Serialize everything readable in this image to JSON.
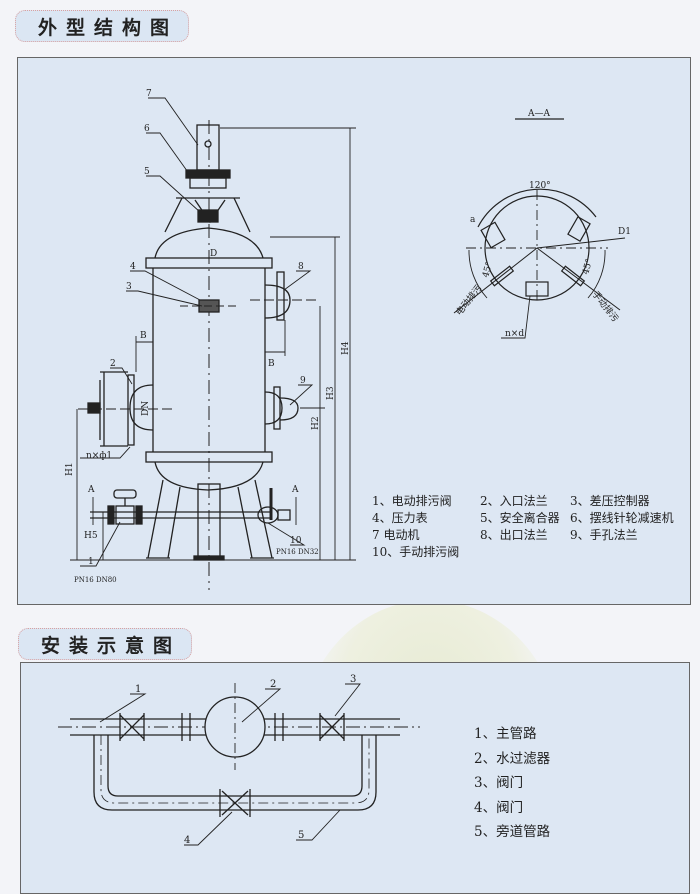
{
  "sections": {
    "structure_title": "外型结构图",
    "install_title": "安装示意图"
  },
  "structure": {
    "section_label": "A—A",
    "angle_120": "120°",
    "angle_45": "45°",
    "d1": "D1",
    "electric_drain": "电动排污",
    "manual_drain": "手动排污",
    "a": "a",
    "nxd": "n×d",
    "dims": {
      "H1": "H1",
      "H2": "H2",
      "H3": "H3",
      "H4": "H4",
      "H5": "H5",
      "B": "B",
      "D": "D",
      "DN": "DN",
      "nphi1": "n×ф1",
      "A": "A"
    },
    "callouts": [
      "1",
      "2",
      "3",
      "4",
      "5",
      "6",
      "7",
      "8",
      "9",
      "10"
    ],
    "spec_inlet": "PN16 DN80",
    "spec_drain": "PN16 DN32",
    "legend": [
      [
        "1、电动排污阀",
        "2、入口法兰",
        "3、差压控制器"
      ],
      [
        "4、压力表",
        "5、安全离合器",
        "6、摆线针轮减速机"
      ],
      [
        "7  电动机",
        "8、出口法兰",
        "9、手孔法兰"
      ],
      [
        "10、手动排污阀"
      ]
    ]
  },
  "install": {
    "callouts": [
      "1",
      "2",
      "3",
      "4",
      "5"
    ],
    "legend": [
      "1、主管路",
      "2、水过滤器",
      "3、阀门",
      "4、阀门",
      "5、旁道管路"
    ]
  },
  "colors": {
    "panel": "#dde7f3",
    "line": "#222222",
    "page": "#f3f4f8"
  }
}
